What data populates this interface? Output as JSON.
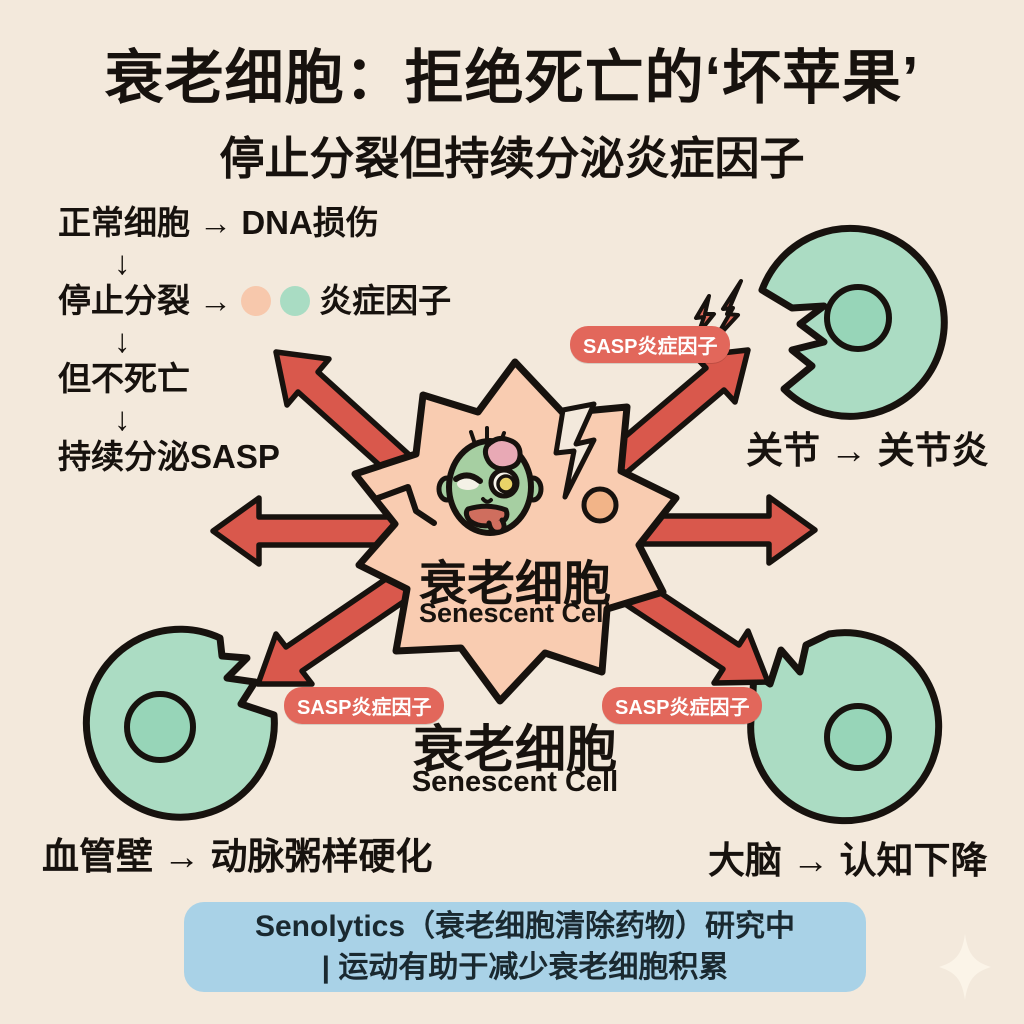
{
  "title": "衰老细胞：拒绝死亡的‘坏苹果’",
  "subtitle": "停止分裂但持续分泌炎症因子",
  "flow": {
    "line1": "正常细胞 → DNA损伤",
    "down_arrow": "↓",
    "line2_prefix": "停止分裂 →",
    "line2_suffix": "炎症因子",
    "line3": "但不死亡",
    "line4": "持续分泌SASP"
  },
  "center_cell": {
    "label_zh": "衰老细胞",
    "label_en": "Senescent Cell"
  },
  "bottom_cell_caption": {
    "label_zh": "衰老细胞",
    "label_en": "Senescent Cell"
  },
  "sasp_badge": "SASP炎症因子",
  "outcomes": {
    "joint": "关节 → 关节炎",
    "vessel": "血管壁 → 动脉粥样硬化",
    "brain": "大脑 → 认知下降"
  },
  "banner": {
    "line1": "Senolytics（衰老细胞清除药物）研究中",
    "line2": "| 运动有助于减少衰老细胞积累"
  },
  "colors": {
    "background": "#f3e9dc",
    "blob_fill": "#f9ccb1",
    "arrow_red": "#d9584c",
    "badge_red": "#e2675b",
    "cell_mint": "#abdcc3",
    "nucleus_mint": "#97d5b8",
    "zombie_green": "#a6cfa2",
    "brain_pink": "#e8a9b5",
    "eye_yellow": "#e9d268",
    "tongue_red": "#cf6e5e",
    "banner_blue": "#a9d2e7",
    "outline_black": "#17120e",
    "dot_peach": "#f7c8ac",
    "dot_mint": "#a9dcc3"
  }
}
